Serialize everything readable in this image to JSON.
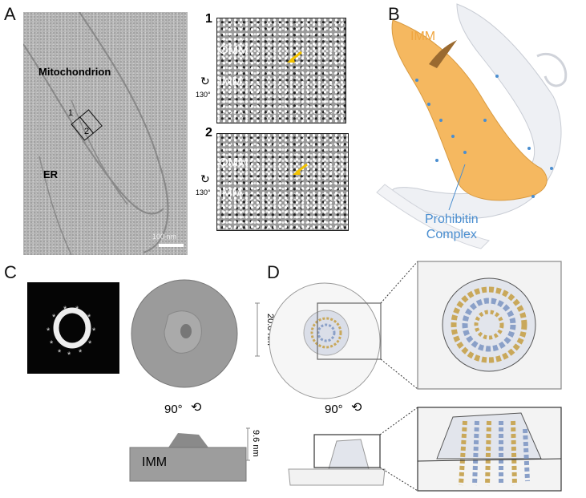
{
  "panels": {
    "a": {
      "label": "A",
      "mitochondrion": "Mitochondrion",
      "er": "ER",
      "box1": "1",
      "box2": "2",
      "scale_bar": "100 nm",
      "insets": [
        {
          "label": "1",
          "omm": "OMM",
          "imm": "IMM",
          "rotation": "130°"
        },
        {
          "label": "2",
          "omm": "OMM",
          "imm": "IMM",
          "rotation": "130°"
        }
      ]
    },
    "b": {
      "label": "B",
      "imm": "IMM",
      "prohibitin": "Prohibitin Complex",
      "prohibitin_line1": "Prohibitin",
      "prohibitin_line2": "Complex"
    },
    "c": {
      "label": "C",
      "scale_top": "20.0 nm",
      "rotation": "90°",
      "scale_side": "9.6 nm",
      "imm": "IMM"
    },
    "d": {
      "label": "D",
      "rotation": "90°"
    }
  },
  "colors": {
    "imm_orange": "#f5b860",
    "prohibitin_blue": "#4a8ed0",
    "arrow_yellow": "#f2c200"
  }
}
